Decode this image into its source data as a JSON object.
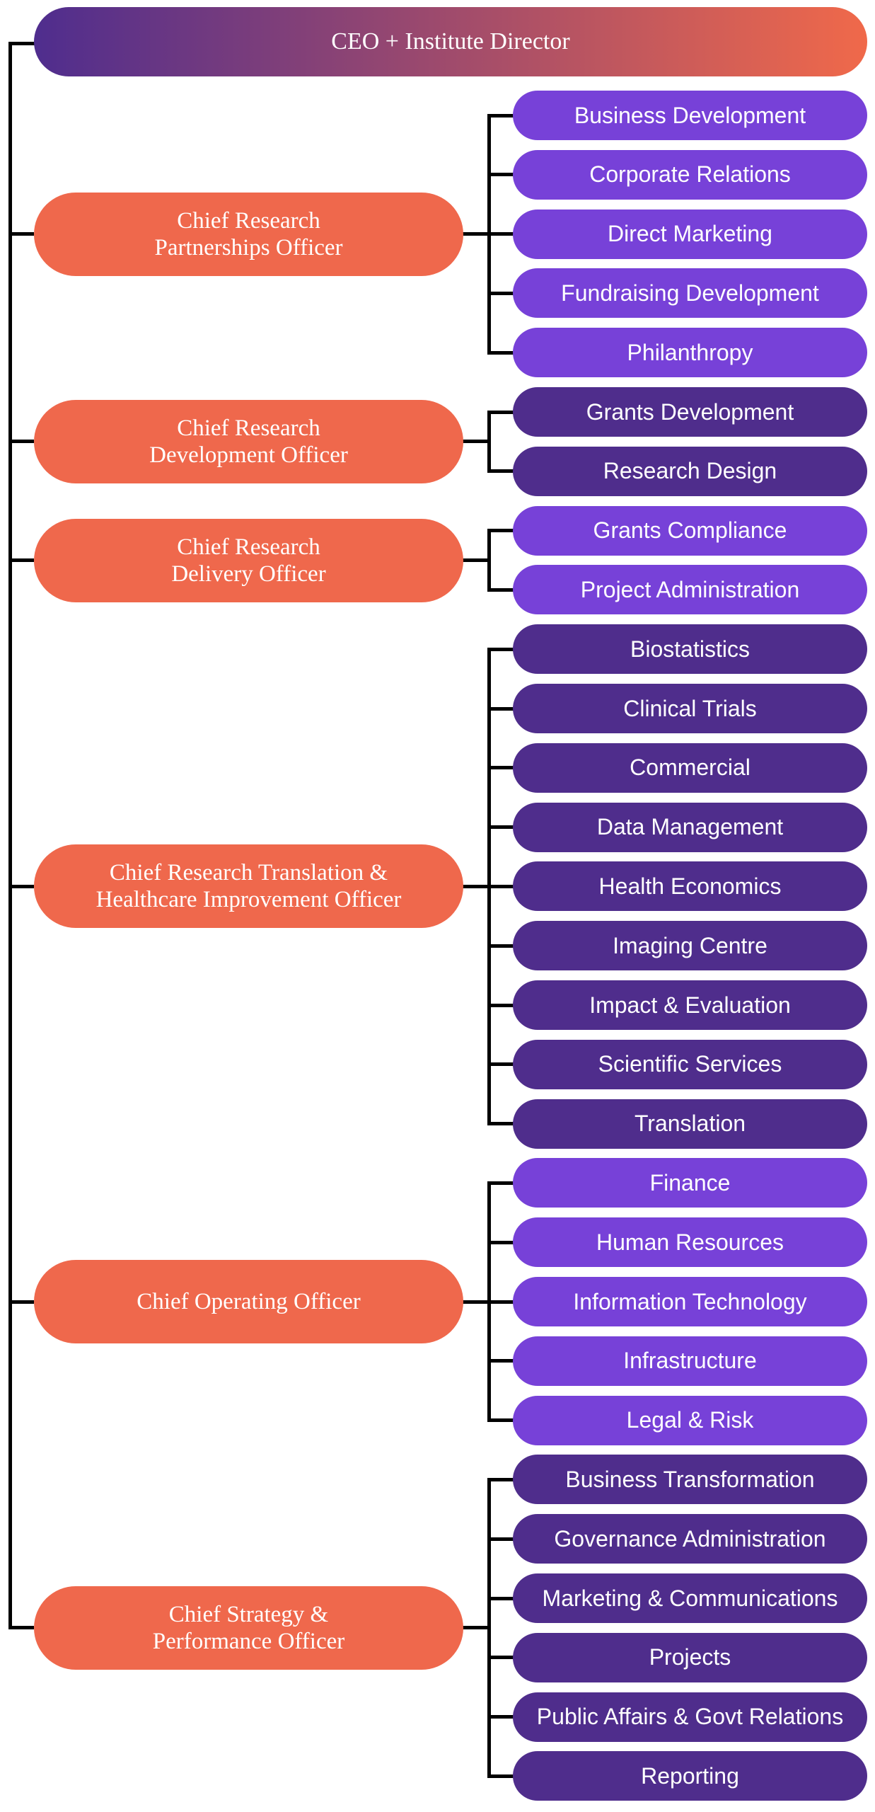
{
  "colors": {
    "ceo_gradient_start": "#4f2d8e",
    "ceo_gradient_end": "#f0694a",
    "officer": "#ef684c",
    "unit_light": "#7741d8",
    "unit_dark": "#4f2d8c",
    "connector": "#000000",
    "text": "#ffffff"
  },
  "ceo": {
    "label": "CEO + Institute Director"
  },
  "officers": [
    {
      "label_lines": [
        "Chief Research",
        "Partnerships Officer"
      ],
      "unit_shade": "light",
      "units": [
        "Business Development",
        "Corporate Relations",
        "Direct Marketing",
        "Fundraising Development",
        "Philanthropy"
      ]
    },
    {
      "label_lines": [
        "Chief Research",
        "Development Officer"
      ],
      "unit_shade": "dark",
      "units": [
        "Grants Development",
        "Research Design"
      ]
    },
    {
      "label_lines": [
        "Chief Research",
        "Delivery Officer"
      ],
      "unit_shade": "light",
      "units": [
        "Grants Compliance",
        "Project Administration"
      ]
    },
    {
      "label_lines": [
        "Chief Research Translation &",
        "Healthcare Improvement Officer"
      ],
      "unit_shade": "dark",
      "units": [
        "Biostatistics",
        "Clinical Trials",
        "Commercial",
        "Data Management",
        "Health Economics",
        "Imaging Centre",
        "Impact & Evaluation",
        "Scientific Services",
        "Translation"
      ]
    },
    {
      "label_lines": [
        "Chief Operating Officer"
      ],
      "unit_shade": "light",
      "units": [
        "Finance",
        "Human Resources",
        "Information Technology",
        "Infrastructure",
        "Legal & Risk"
      ]
    },
    {
      "label_lines": [
        "Chief Strategy &",
        "Performance Officer"
      ],
      "unit_shade": "dark",
      "units": [
        "Business Transformation",
        "Governance Administration",
        "Marketing & Communications",
        "Projects",
        "Public Affairs & Govt Relations",
        "Reporting"
      ]
    }
  ]
}
